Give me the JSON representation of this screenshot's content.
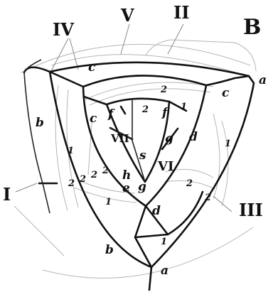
{
  "panel_label": "B",
  "roman_labels": {
    "I": "I",
    "II": "II",
    "III": "III",
    "IV": "IV",
    "V": "V",
    "VI": "VI",
    "VII": "VII"
  },
  "letter_labels": {
    "a": "a",
    "b": "b",
    "c": "c",
    "d": "d",
    "e": "e",
    "f": "f",
    "g": "g",
    "h": "h",
    "s": "s"
  },
  "number_labels": {
    "one": "1",
    "two": "2"
  },
  "colors": {
    "ink": "#111111",
    "faint_line": "#b5b5b5",
    "background": "#ffffff"
  }
}
